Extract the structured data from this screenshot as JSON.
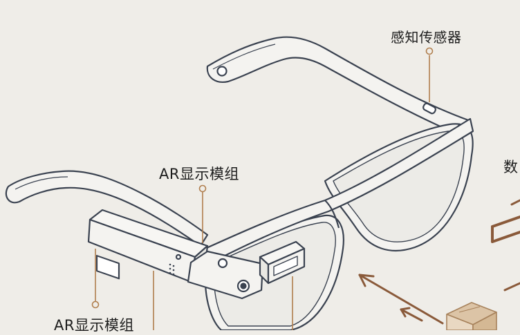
{
  "labels": {
    "sensor": "感知传感器",
    "ar_module_top": "AR显示模组",
    "ar_module_bottom": "AR显示模组",
    "edge_partial": "数"
  },
  "colors": {
    "background": "#efede8",
    "frame_stroke": "#3a4250",
    "frame_fill": "#f4f3f0",
    "lens_fill": "#ecebe7",
    "callout": "#b07e4d",
    "arrow": "#8a5a3a",
    "box": "#c9a781"
  },
  "icons": [
    "hinge-screw-icon",
    "camera-lens-icon",
    "speaker-grille-icon",
    "chip-cube-icon",
    "arrow-icon"
  ]
}
